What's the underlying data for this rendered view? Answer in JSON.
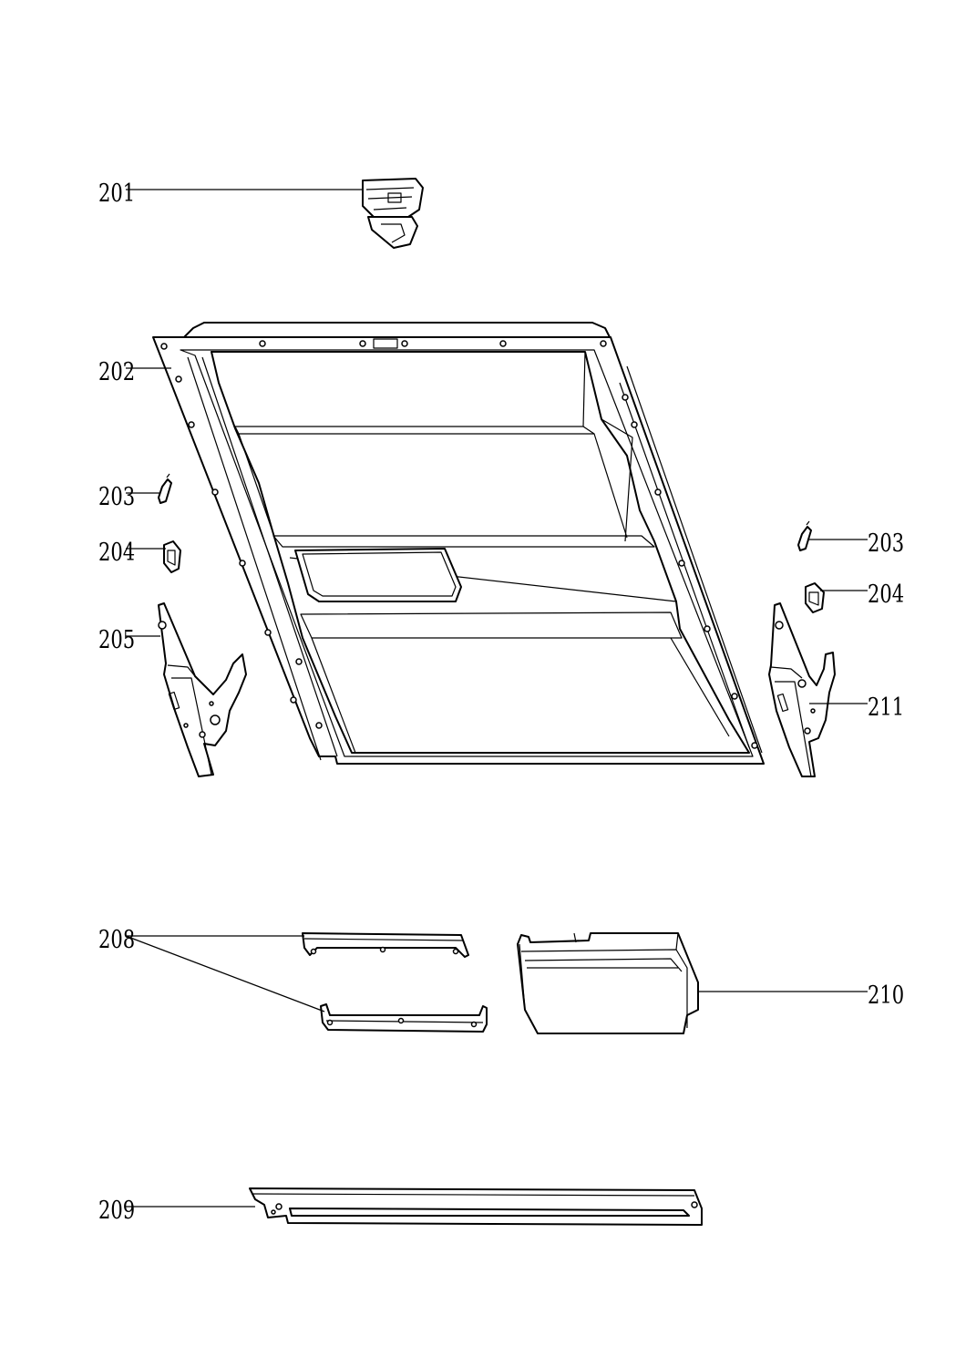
{
  "callouts": {
    "c201": "201",
    "c202": "202",
    "c203_left": "203",
    "c203_right": "203",
    "c204_left": "204",
    "c204_right": "204",
    "c205": "205",
    "c208": "208",
    "c209": "209",
    "c210": "210",
    "c211": "211"
  }
}
